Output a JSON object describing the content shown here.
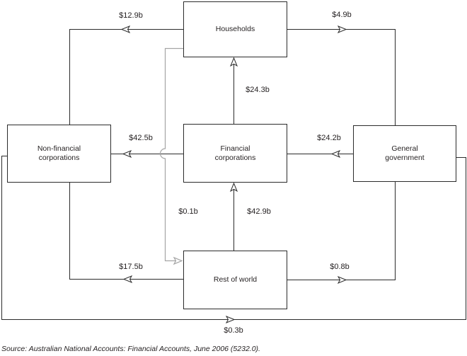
{
  "diagram": {
    "description": "Inter-sectoral financial flows diagram",
    "nodes": {
      "households": {
        "label": "Households",
        "lines": [
          "Households"
        ]
      },
      "non_financial": {
        "label": "Non-financial corporations",
        "lines": [
          "Non-financial",
          "corporations"
        ]
      },
      "financial": {
        "label": "Financial corporations",
        "lines": [
          "Financial",
          "corporations"
        ]
      },
      "general_government": {
        "label": "General government",
        "lines": [
          "General",
          "government"
        ]
      },
      "rest_of_world": {
        "label": "Rest of world",
        "lines": [
          "Rest of world"
        ]
      }
    },
    "flows": [
      {
        "from": "Households",
        "to": "Non-financial corporations",
        "amount": "$12.9b"
      },
      {
        "from": "Households",
        "to": "General government",
        "amount": "$4.9b"
      },
      {
        "from": "Financial corporations",
        "to": "Households",
        "amount": "$24.3b"
      },
      {
        "from": "General government",
        "to": "Financial corporations",
        "amount": "$24.2b"
      },
      {
        "from": "Financial corporations",
        "to": "Non-financial corporations",
        "amount": "$42.5b"
      },
      {
        "from": "Households",
        "to": "Rest of world",
        "amount": "$0.1b"
      },
      {
        "from": "Rest of world",
        "to": "Financial corporations",
        "amount": "$42.9b"
      },
      {
        "from": "Rest of world",
        "to": "Non-financial corporations",
        "amount": "$17.5b"
      },
      {
        "from": "Rest of world",
        "to": "General government",
        "amount": "$0.8b"
      },
      {
        "from": "Non-financial corporations",
        "to": "General government",
        "amount": "$0.3b"
      }
    ],
    "colors": {
      "line": "#2b2b2b",
      "households_to_rest_of_world_line": "#a5a5a5",
      "text": "#231f20"
    },
    "source_note": "Source: Australian National Accounts: Financial Accounts, June 2006 (5232.0)."
  }
}
